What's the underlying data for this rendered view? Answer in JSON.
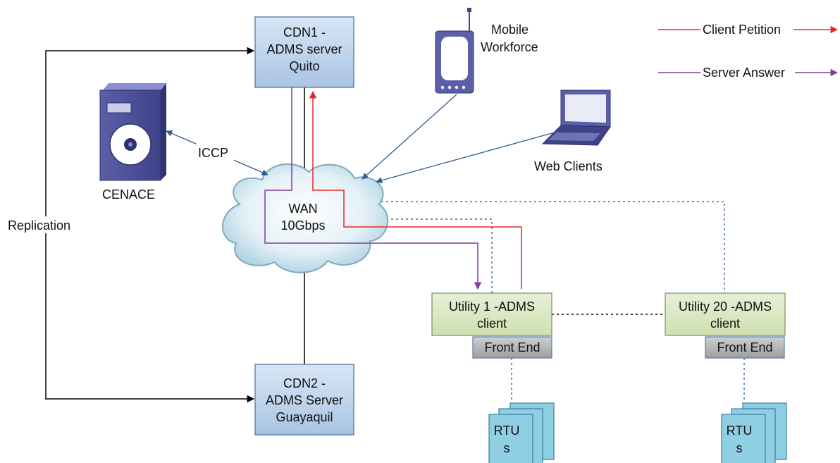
{
  "legend": {
    "client_petition": "Client Petition",
    "server_answer": "Server Answer"
  },
  "nodes": {
    "cdn1": {
      "lines": [
        "CDN1 -",
        "ADMS server",
        "Quito"
      ]
    },
    "cdn2": {
      "lines": [
        "CDN2 -",
        "ADMS Server",
        "Guayaquil"
      ]
    },
    "wan": {
      "lines": [
        "WAN",
        "10Gbps"
      ]
    },
    "cenace": {
      "label": "CENACE"
    },
    "mobile": {
      "lines": [
        "Mobile",
        "Workforce"
      ]
    },
    "web_clients": {
      "label": "Web Clients"
    },
    "utility1": {
      "lines": [
        "Utility 1 -ADMS",
        "client"
      ],
      "front_end": "Front End"
    },
    "utility20": {
      "lines": [
        "Utility 20 -ADMS",
        "client"
      ],
      "front_end": "Front End"
    },
    "rtu1": {
      "lines": [
        "RTU",
        "s"
      ]
    },
    "rtu20": {
      "lines": [
        "RTU",
        "s"
      ]
    }
  },
  "edge_labels": {
    "iccp": "ICCP",
    "replication": "Replication"
  },
  "colors": {
    "client_petition": "#e8262a",
    "server_answer": "#7b3fa0",
    "link": "#000000",
    "wireless": "#2f5d91",
    "dotted": "#3b6fb0",
    "server_box": "#b8d0ea",
    "client_box": "#d8e6c0",
    "front_end_box": "#b3b3b3",
    "rtu_box": "#8fcfe3"
  }
}
